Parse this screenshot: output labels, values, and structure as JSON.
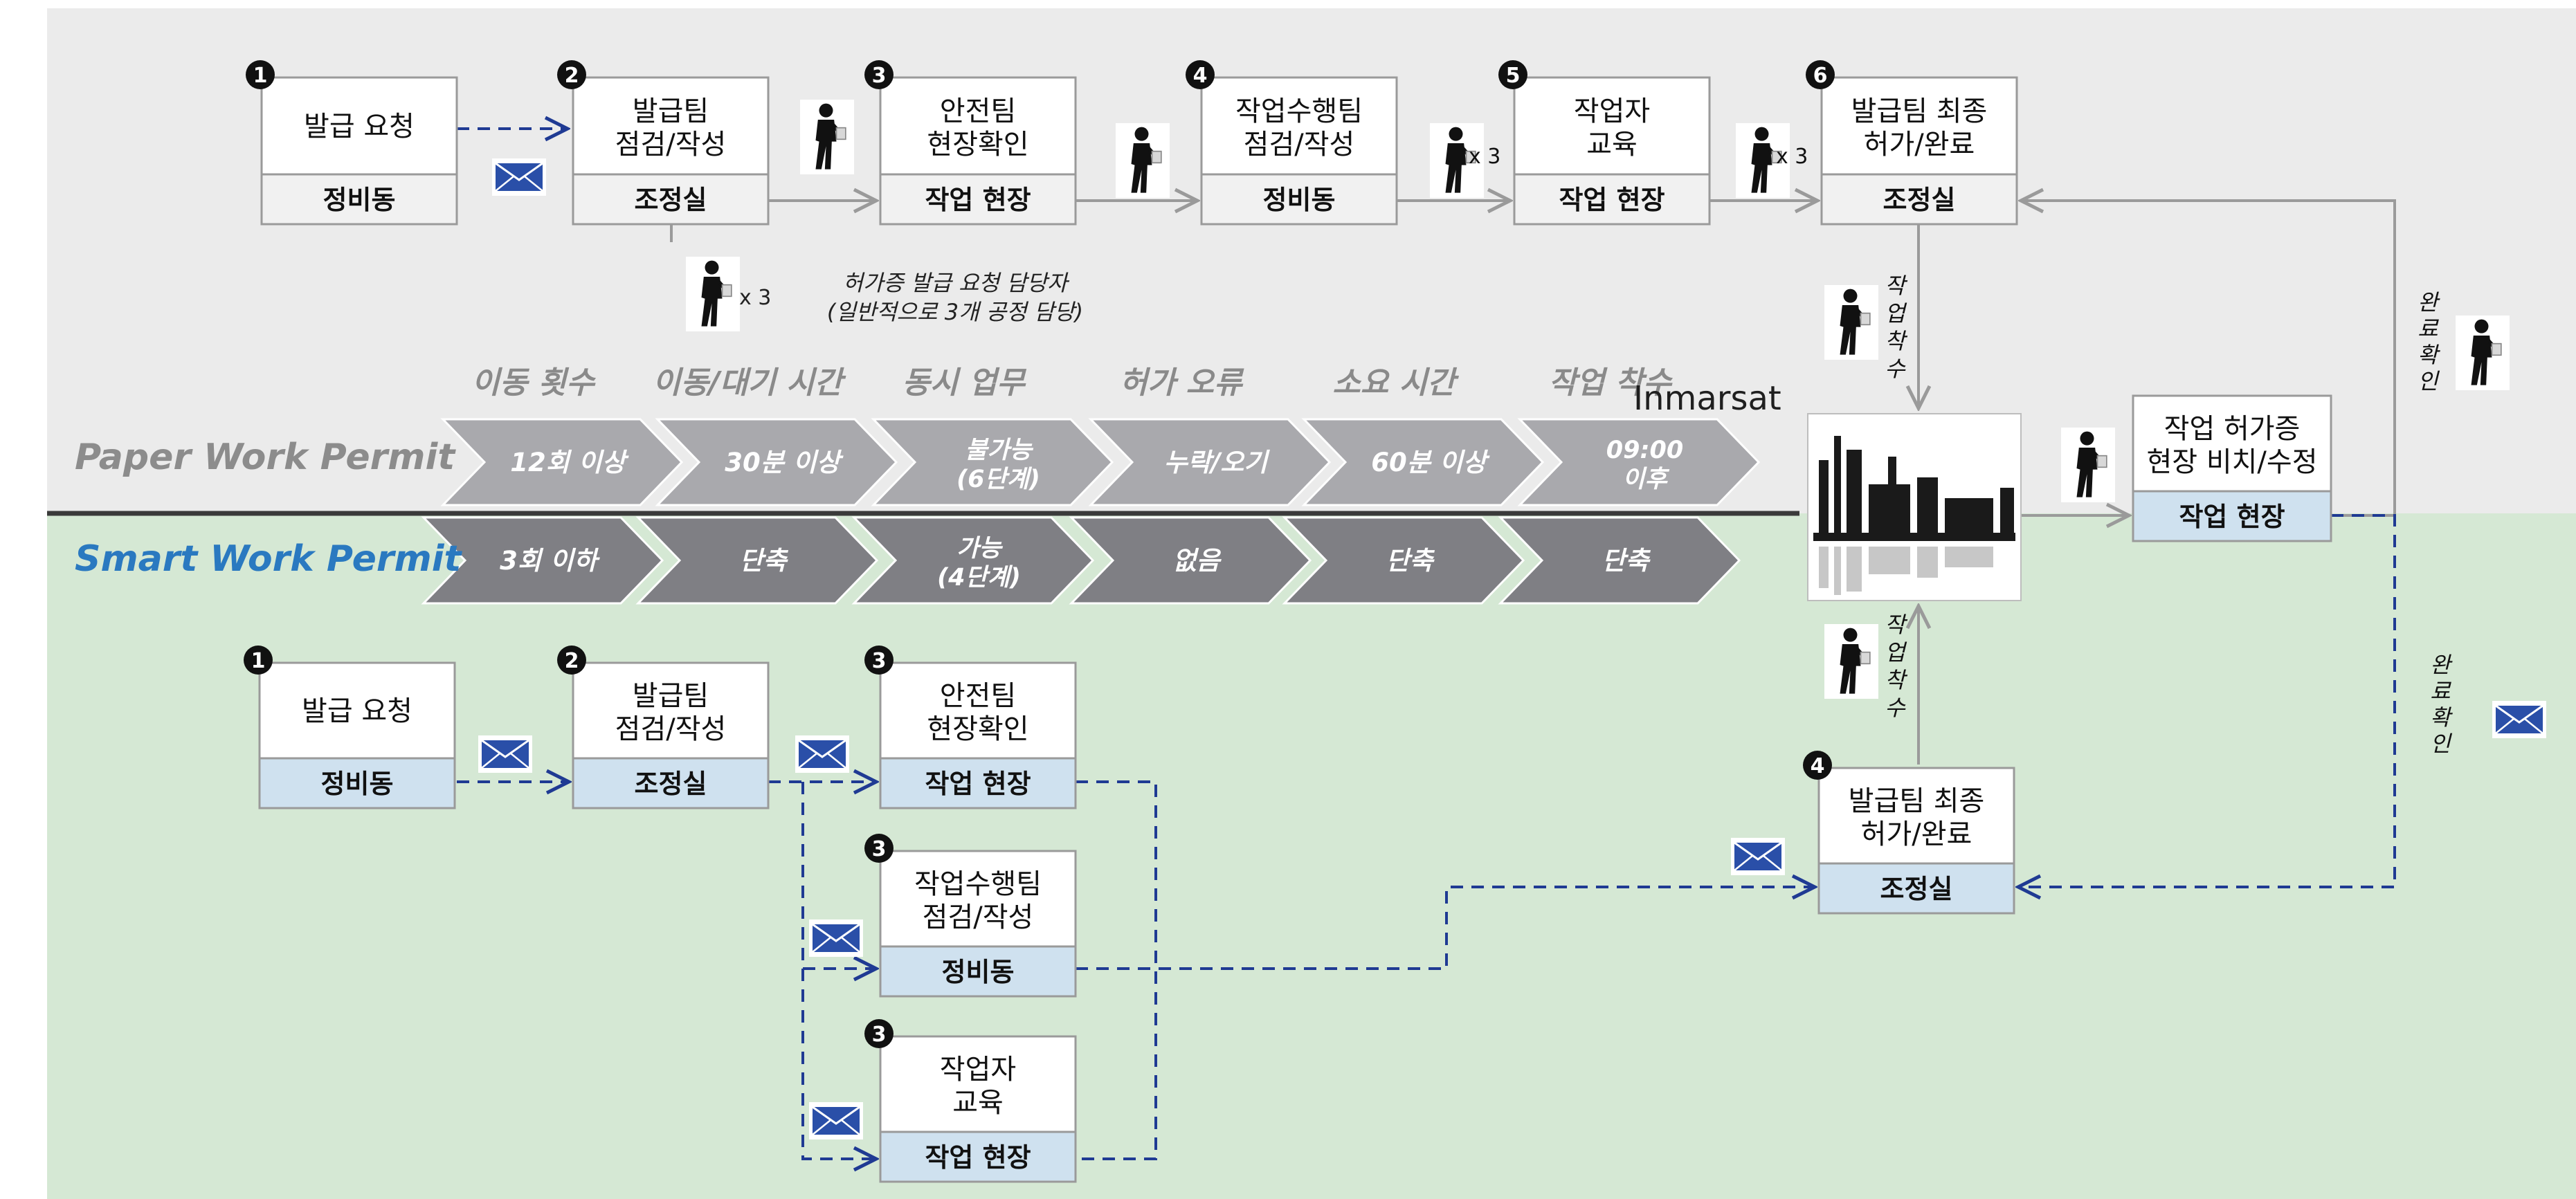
{
  "colors": {
    "paper_bg": "#ebebeb",
    "smart_bg": "#d5e8d4",
    "box_title_fill": "#ffffff",
    "box_loc_fill_paper": "#f1f1f1",
    "box_loc_fill_smart": "#cfe1ef",
    "box_border": "#9a9a9a",
    "arrow_gray": "#9a9a9a",
    "arrow_blue": "#1f3a93",
    "chevron_paper": "#a9a9ad",
    "chevron_smart": "#7f7f84",
    "divider": "#3a3a3a",
    "paper_label": "#8c8c8c",
    "smart_label": "#2a79c0",
    "envelope": "#2a4fa8"
  },
  "header": {
    "paper_label": "Paper Work Permit",
    "smart_label": "Smart Work Permit",
    "overlay_text": "Inmarsat"
  },
  "paper": {
    "steps": [
      {
        "num": "1",
        "title": [
          "발급 요청"
        ],
        "location": "정비동"
      },
      {
        "num": "2",
        "title": [
          "발급팀",
          "점검/작성"
        ],
        "location": "조정실"
      },
      {
        "num": "3",
        "title": [
          "안전팀",
          "현장확인"
        ],
        "location": "작업 현장"
      },
      {
        "num": "4",
        "title": [
          "작업수행팀",
          "점검/작성"
        ],
        "location": "정비동"
      },
      {
        "num": "5",
        "title": [
          "작업자",
          "교육"
        ],
        "location": "작업 현장"
      },
      {
        "num": "6",
        "title": [
          "발급팀 최종",
          "허가/완료"
        ],
        "location": "조정실"
      }
    ],
    "multipliers": [
      "x 3",
      "x 3",
      "x 3"
    ],
    "note": [
      "허가증 발급 요청 담당자",
      "(일반적으로 3개 공정 담당)"
    ],
    "note_multiplier": "x 3",
    "site_box": {
      "title": [
        "작업 허가증",
        "현장 비치/수정"
      ],
      "location": "작업 현장"
    },
    "start_label": "작업착수",
    "complete_label": "완료확인"
  },
  "comparison": {
    "headers": [
      "이동 횟수",
      "이동/대기 시간",
      "동시 업무",
      "허가 오류",
      "소요 시간",
      "작업 착수"
    ],
    "paper_values": [
      [
        "12회 이상"
      ],
      [
        "30분 이상"
      ],
      [
        "불가능",
        "(6단계)"
      ],
      [
        "누락/오기"
      ],
      [
        "60분 이상"
      ],
      [
        "09:00",
        "이후"
      ]
    ],
    "smart_values": [
      [
        "3회 이하"
      ],
      [
        "단축"
      ],
      [
        "가능",
        "(4단계)"
      ],
      [
        "없음"
      ],
      [
        "단축"
      ],
      [
        "단축"
      ]
    ]
  },
  "smart": {
    "steps": [
      {
        "num": "1",
        "title": [
          "발급 요청"
        ],
        "location": "정비동"
      },
      {
        "num": "2",
        "title": [
          "발급팀",
          "점검/작성"
        ],
        "location": "조정실"
      },
      {
        "num": "3",
        "title": [
          "안전팀",
          "현장확인"
        ],
        "location": "작업 현장"
      },
      {
        "num": "3",
        "title": [
          "작업수행팀",
          "점검/작성"
        ],
        "location": "정비동"
      },
      {
        "num": "3",
        "title": [
          "작업자",
          "교육"
        ],
        "location": "작업 현장"
      },
      {
        "num": "4",
        "title": [
          "발급팀 최종",
          "허가/완료"
        ],
        "location": "조정실"
      }
    ],
    "start_label": "작업착수",
    "complete_label": "완료확인"
  }
}
